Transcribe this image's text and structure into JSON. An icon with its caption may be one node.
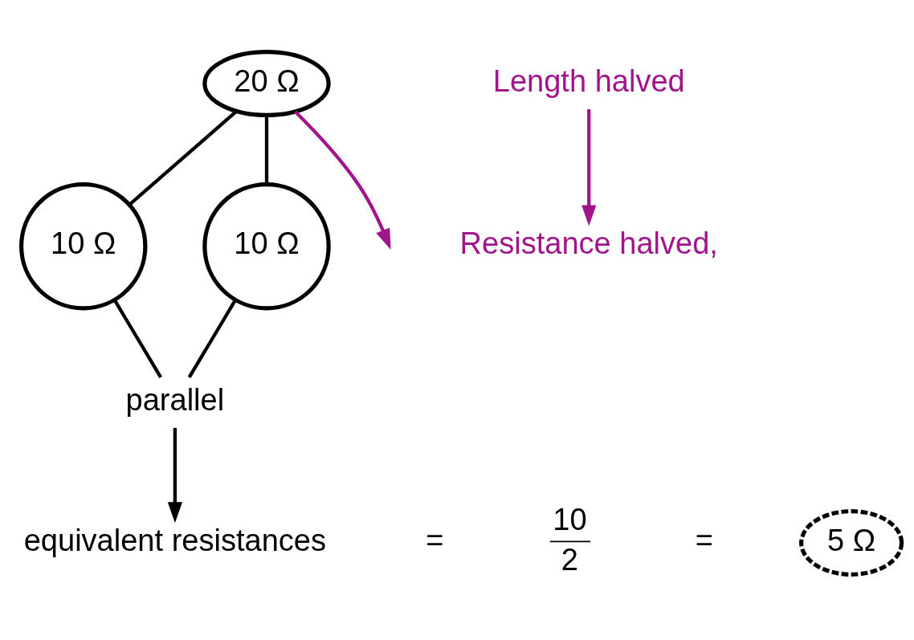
{
  "diagram": {
    "nodes": [
      {
        "text": [
          "20 Ω"
        ]
      },
      {
        "text": [
          "10 Ω"
        ]
      },
      {
        "text": [
          "10 Ω"
        ]
      },
      {
        "text": [
          "parallel"
        ]
      },
      {
        "text": [
          "Length halved"
        ]
      },
      {
        "text": [
          "Resistance halved,"
        ]
      },
      {
        "text": [
          "equivalent resistances"
        ]
      },
      {
        "text": [
          "5 Ω"
        ]
      }
    ],
    "edges": [
      {
        "from": 0,
        "to": 1,
        "arrow": "none"
      },
      {
        "from": 0,
        "to": 2,
        "arrow": "none"
      },
      {
        "from": 1,
        "to": 3,
        "arrow": "none"
      },
      {
        "from": 2,
        "to": 3,
        "arrow": "none"
      },
      {
        "from": 3,
        "to": 6,
        "arrow": "to"
      },
      {
        "from": 0,
        "to": null,
        "arrow": "to",
        "color": "#a0148c"
      },
      {
        "from": 4,
        "to": 5,
        "arrow": "to",
        "color": "#a0148c"
      }
    ],
    "labels": [
      "=",
      "10",
      "2",
      "="
    ]
  }
}
